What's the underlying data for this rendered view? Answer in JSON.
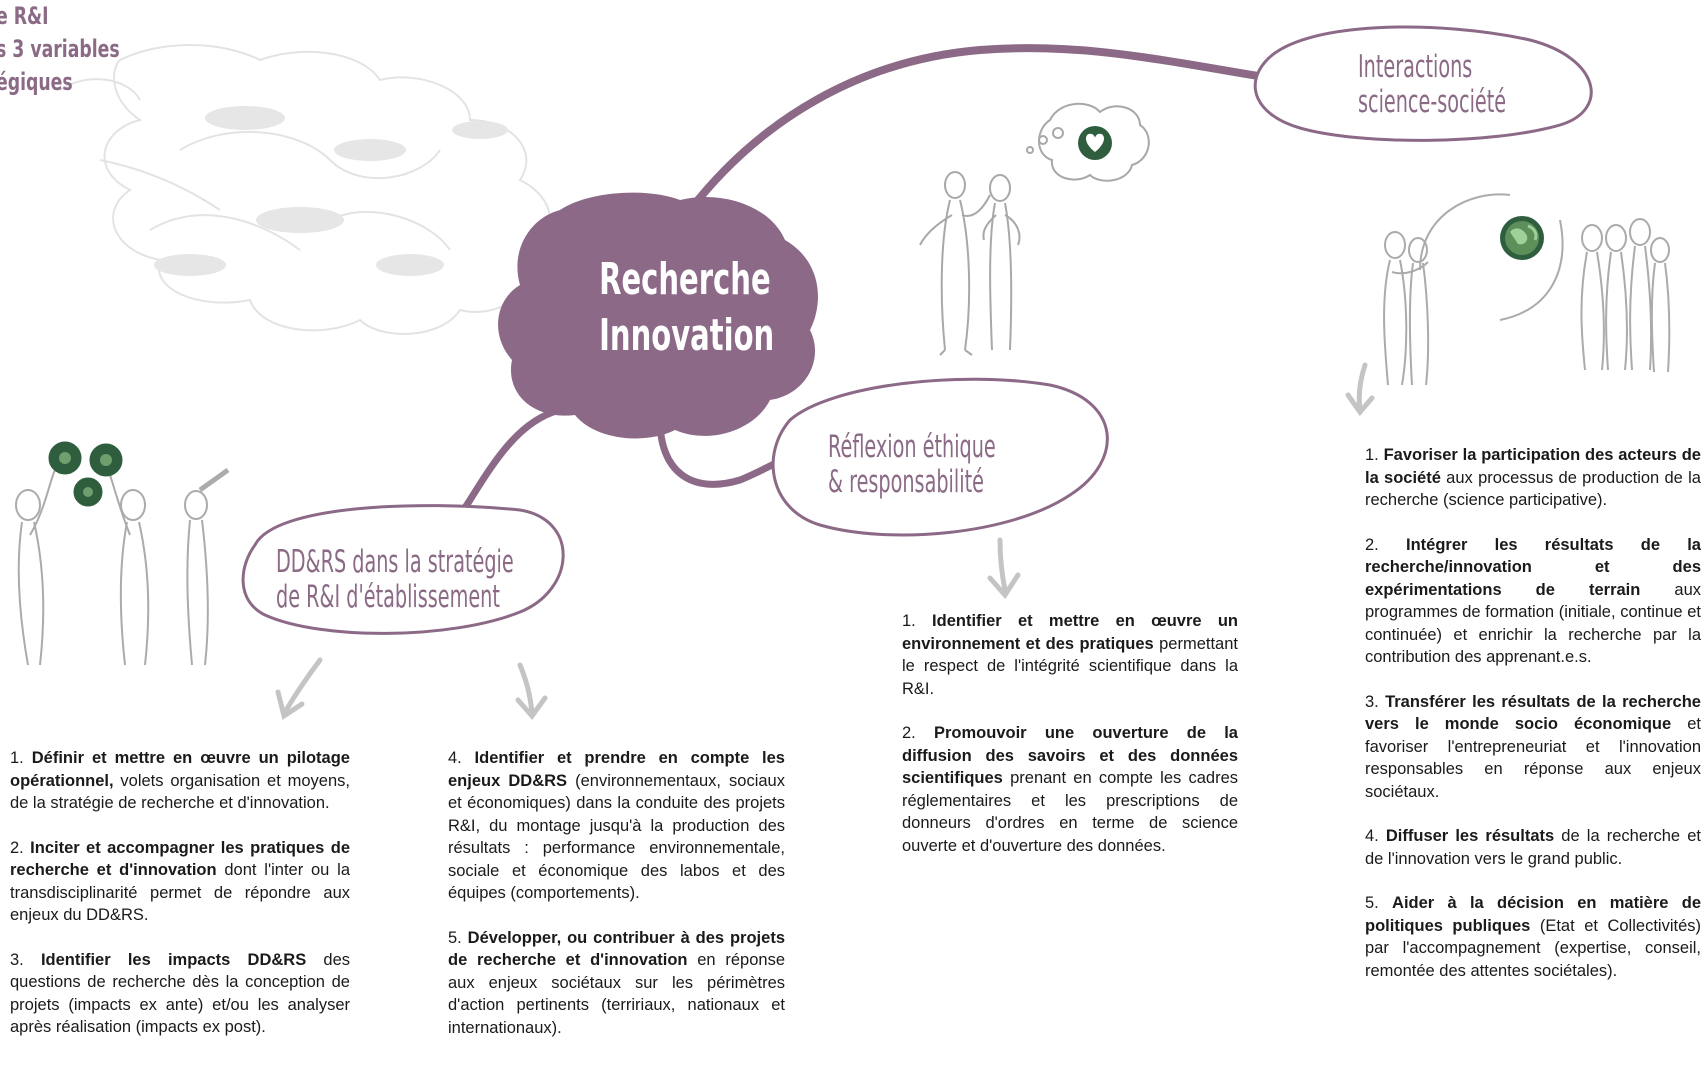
{
  "header": {
    "line1": "e R&I",
    "line2": "s 3 variables",
    "line3": "égiques"
  },
  "center": {
    "line1": "Recherche",
    "line2": "Innovation"
  },
  "branches": {
    "interactions": {
      "line1": "Interactions",
      "line2": "science-société"
    },
    "ethique": {
      "line1": "Réflexion éthique",
      "line2": "& responsabilité"
    },
    "ddrs": {
      "line1": "DD&RS dans la stratégie",
      "line2": "de R&I d'établissement"
    }
  },
  "colors": {
    "accent": "#8b6a86",
    "center_fill": "#8c6a87",
    "sketch": "#bdbdbd",
    "faded_map": "#d9d9d9",
    "icon_green": "#2f5e3f"
  },
  "col1": {
    "items": [
      {
        "num": "1. ",
        "bold": "Définir et mettre en œuvre un pilotage opérationnel,",
        "rest": " volets organisation et moyens, de la stratégie de recherche et d'innovation."
      },
      {
        "num": "2. ",
        "bold": "Inciter et accompagner les pratiques de recherche et d'innovation",
        "rest": " dont l'inter ou la transdisciplinarité permet de répondre aux enjeux du DD&RS."
      },
      {
        "num": "3. ",
        "bold": "Identifier les impacts DD&RS",
        "rest": " des questions de recherche dès la conception de projets (impacts ex ante) et/ou les analyser après réalisation (impacts ex post)."
      }
    ]
  },
  "col2": {
    "items": [
      {
        "num": "4. ",
        "bold": "Identifier et prendre en compte les enjeux DD&RS",
        "rest": " (environnementaux, sociaux et économiques) dans la conduite des projets R&I, du montage jusqu'à la production des résultats : performance environnementale, sociale et économique des labos et des équipes (comportements)."
      },
      {
        "num": "5. ",
        "bold": "Développer, ou contribuer à des projets de recherche et d'innovation",
        "rest": " en réponse aux enjeux sociétaux sur les périmètres d'action pertinents (terririaux, nationaux et internationaux)."
      }
    ]
  },
  "col3": {
    "items": [
      {
        "num": "1. ",
        "bold": "Identifier et mettre en œuvre un environnement et des pratiques",
        "rest": " permettant le respect de l'intégrité scientifique dans la R&I."
      },
      {
        "num": "2. ",
        "bold": "Promouvoir une ouverture de la diffusion des savoirs et des données scientifiques",
        "rest": " prenant en compte les cadres réglementaires et les prescriptions de donneurs d'ordres en terme de science ouverte et d'ouverture des données."
      }
    ]
  },
  "col4": {
    "items": [
      {
        "num": "1. ",
        "bold": "Favoriser la participation des acteurs de la société",
        "rest": " aux processus de production de la recherche (science participative)."
      },
      {
        "num": "2. ",
        "bold": "Intégrer les résultats de la recherche/innovation et des expérimentations de terrain",
        "rest": " aux programmes de formation (initiale, continue et continuée) et enrichir la recherche par la contribution des apprenant.e.s."
      },
      {
        "num": "3. ",
        "bold": "Transférer les résultats de la recherche vers le monde socio économique",
        "rest": " et favoriser l'entrepreneuriat et l'innovation responsables en réponse aux enjeux sociétaux."
      },
      {
        "num": "4. ",
        "bold": "Diffuser les résultats",
        "rest": " de la recherche et de l'innovation vers le grand public."
      },
      {
        "num": "5. ",
        "bold": "Aider à la décision en matière de politiques publiques",
        "rest": " (Etat et Collectivités) par l'accompagnement (expertise, conseil, remontée des attentes sociétales)."
      }
    ]
  }
}
